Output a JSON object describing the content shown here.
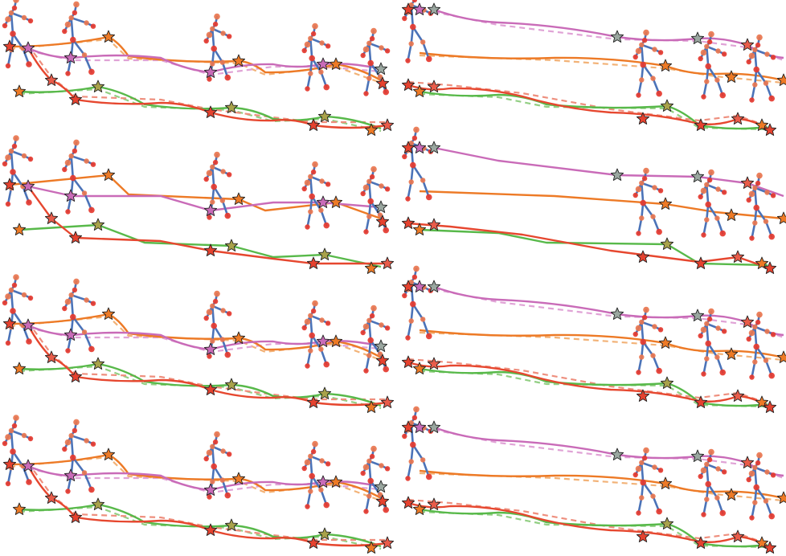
{
  "figure": {
    "rows": 4,
    "columns": 2,
    "panel_count": 8,
    "variants": [
      "with-dashed-reference",
      "solid-only",
      "with-dashed-reference",
      "with-dashed-reference"
    ],
    "colors": {
      "skeleton": "#4b73b8",
      "joint": "#e53a2f",
      "joint_light": "#e9764f",
      "star_outline": "#222222",
      "trajectories": [
        "#ed7a26",
        "#c96bb8",
        "#58b94a",
        "#e6472f"
      ],
      "dashed_trajectories": [
        "#f2b277",
        "#e0a3d6",
        "#93cf84",
        "#ee8f7e"
      ],
      "star_fills": [
        "#e5422f",
        "#ed7a26",
        "#e95c4a",
        "#a9a24a",
        "#9aa7a0",
        "#c96bb8"
      ]
    },
    "markers": [
      "star",
      "joint-dot"
    ],
    "line_styles": [
      "solid",
      "dashed"
    ]
  }
}
